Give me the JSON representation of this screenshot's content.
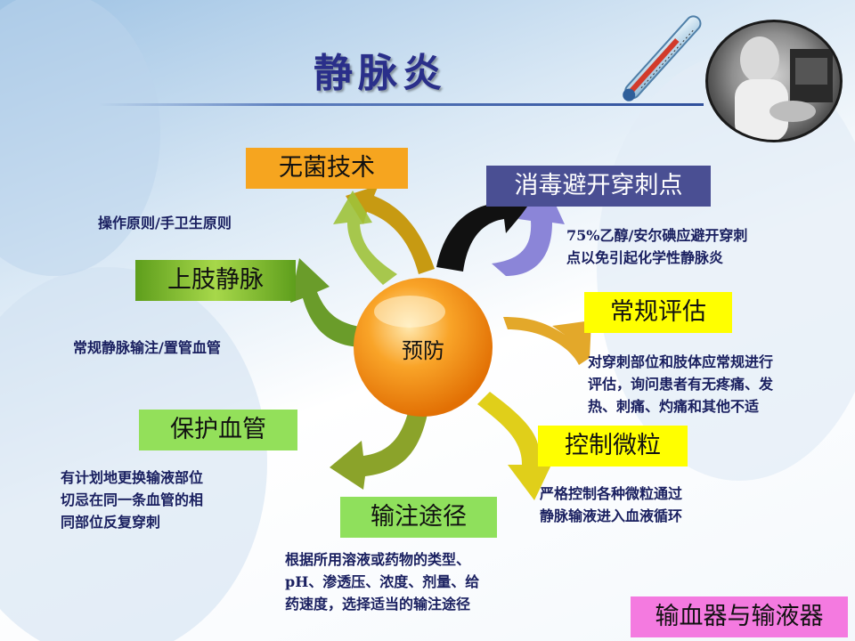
{
  "title": "静脉炎",
  "center": "预防",
  "labels": {
    "aseptic": "无菌技术",
    "disinfect": "消毒避开穿刺点",
    "upper_limb": "上肢静脉",
    "routine": "常规评估",
    "protect": "保护血管",
    "particle": "控制微粒",
    "route": "输注途径"
  },
  "descriptions": {
    "aseptic": "操作原则/手卫生原则",
    "disinfect_1": "75%乙醇/安尔碘应避开穿刺",
    "disinfect_2": "点以免引起化学性静脉炎",
    "upper_limb": "常规静脉输注/置管血管",
    "routine_1": "对穿刺部位和肢体应常规进行",
    "routine_2": "评估，询问患者有无疼痛、发",
    "routine_3": "热、刺痛、灼痛和其他不适",
    "protect_1": "有计划地更换输液部位",
    "protect_2": "切忌在同一条血管的相",
    "protect_3": "同部位反复穿刺",
    "particle_1": "严格控制各种微粒通过",
    "particle_2": "静脉输液进入血液循环",
    "route_1": "根据所用溶液或药物的类型、",
    "route_2": "pH、渗透压、浓度、剂量、给",
    "route_3": "药速度，选择适当的输注途径"
  },
  "footer": "输血器与输液器",
  "colors": {
    "title": "#2a2f8a",
    "aseptic_box": "#f6a51f",
    "disinfect_box": "#4a4f93",
    "upper_limb_box": "#7fbf2a",
    "routine_box": "#ffff00",
    "protect_box": "#93e05a",
    "particle_box": "#ffff00",
    "route_box": "#8fe05c",
    "footer_box": "#f47ae0",
    "center": "#f08a10"
  },
  "icons": [
    "thermometer-icon",
    "lab-photo"
  ]
}
